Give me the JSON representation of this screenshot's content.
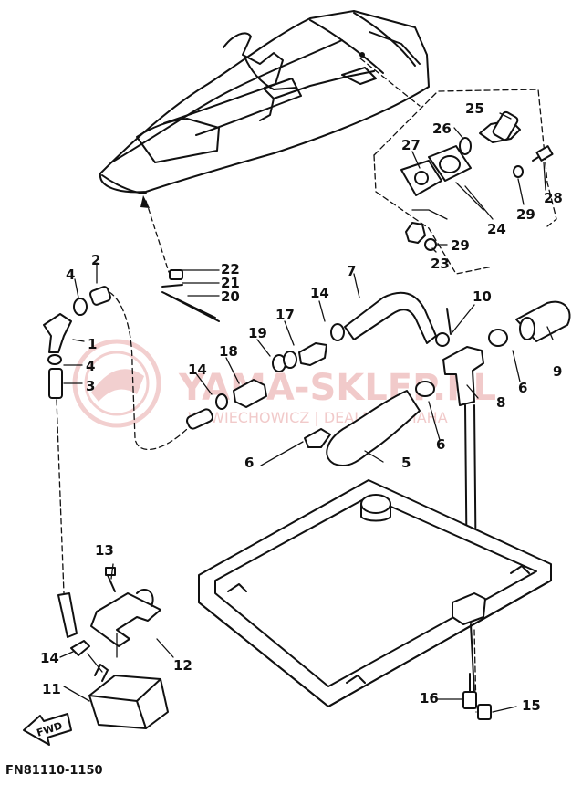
{
  "diagram_code": "FN81110-1150",
  "forward_arrow_label": "FWD",
  "watermark": {
    "brand": "YAMA-SKLEP.PL",
    "subtitle": "W. WIECHOWICZ | DEALER YAMAHA"
  },
  "callouts": [
    "1",
    "2",
    "3",
    "4",
    "4",
    "5",
    "6",
    "6",
    "6",
    "7",
    "8",
    "9",
    "10",
    "11",
    "12",
    "13",
    "14",
    "14",
    "14",
    "14",
    "15",
    "16",
    "17",
    "18",
    "19",
    "20",
    "21",
    "22",
    "23",
    "24",
    "25",
    "26",
    "27",
    "28",
    "29",
    "29"
  ],
  "colors": {
    "ink": "#111111",
    "watermark": "#e7a0a0",
    "background": "#ffffff"
  }
}
